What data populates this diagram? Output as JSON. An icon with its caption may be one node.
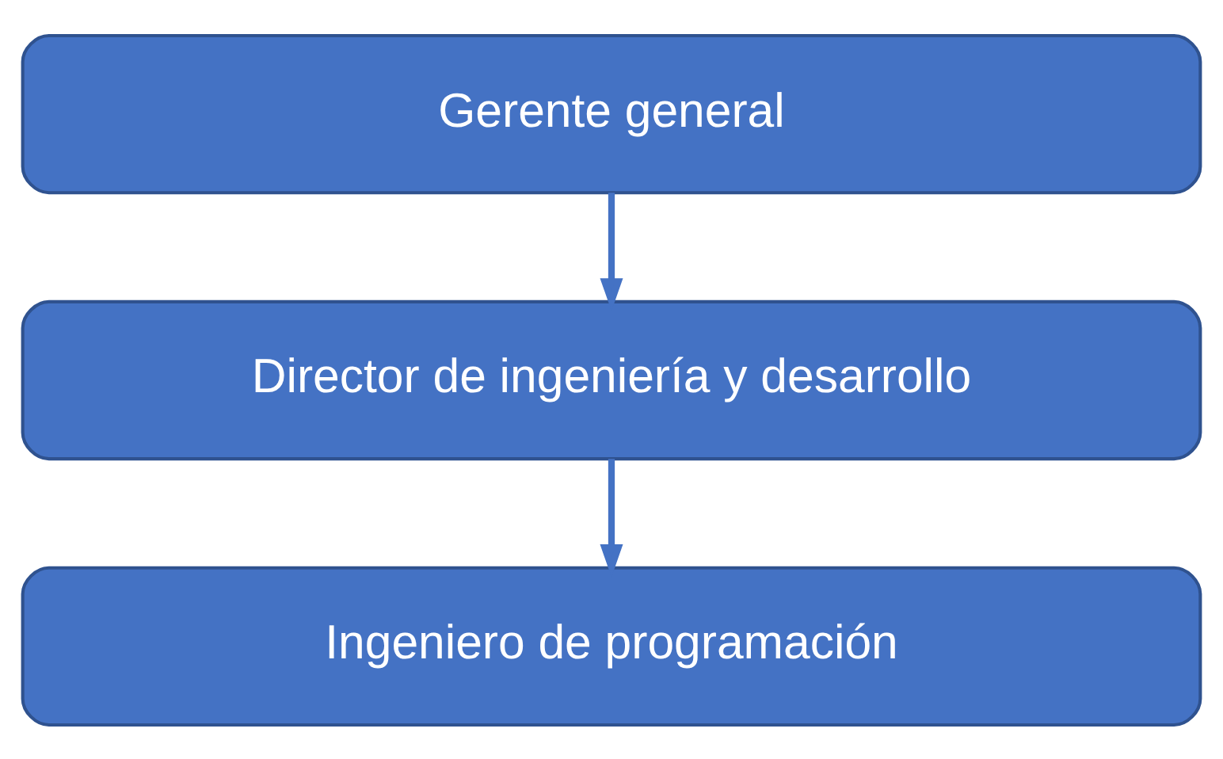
{
  "diagram": {
    "nodes": [
      {
        "text": [
          "Gerente general"
        ]
      },
      {
        "text": [
          "Director de ingeniería y desarrollo"
        ]
      },
      {
        "text": [
          "Ingeniero de programación"
        ]
      }
    ],
    "edges": [
      {
        "from": 0,
        "to": 1,
        "arrow": "to"
      },
      {
        "from": 1,
        "to": 2,
        "arrow": "to"
      }
    ]
  }
}
